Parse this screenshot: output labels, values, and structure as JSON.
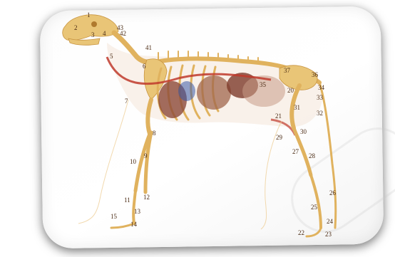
{
  "image": {
    "labels": [
      "1",
      "2",
      "3",
      "4",
      "5",
      "6",
      "7",
      "8",
      "9",
      "10",
      "11",
      "12",
      "13",
      "14",
      "15",
      "20",
      "21",
      "22",
      "23",
      "24",
      "25",
      "26",
      "27",
      "28",
      "29",
      "30",
      "31",
      "32",
      "33",
      "34",
      "35",
      "36",
      "37",
      "41",
      "42",
      "43"
    ]
  },
  "colors": {
    "bone": "#e0b25e",
    "bone_dark": "#c89440",
    "vessel": "#c0392b",
    "organ": "#8c4a38",
    "body_tint": "#f4e6d8"
  }
}
